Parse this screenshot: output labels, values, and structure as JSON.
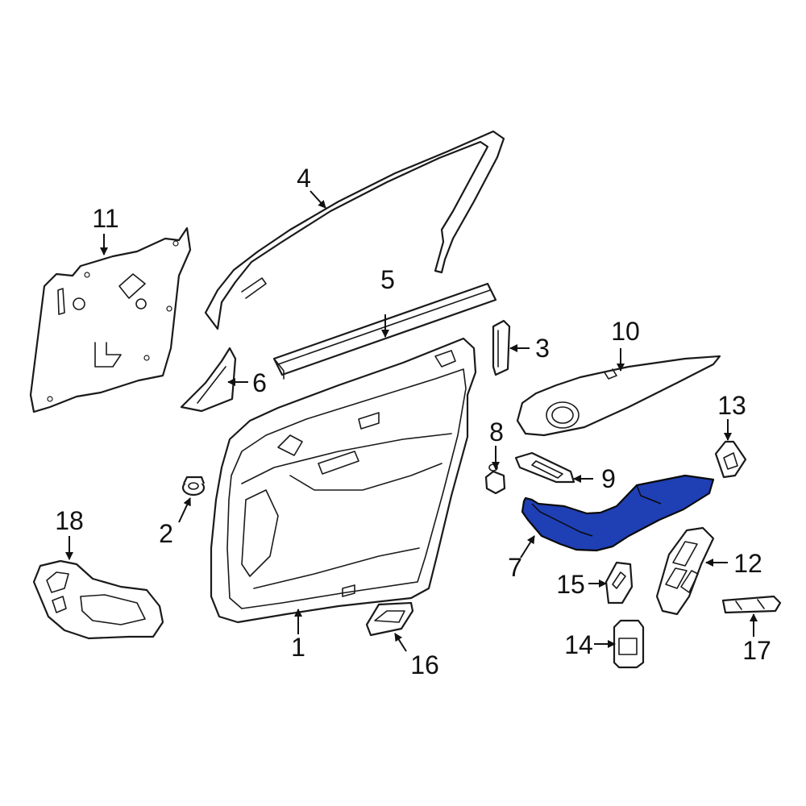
{
  "diagram": {
    "highlight_color": "#1f3fb5",
    "highlighted_part": "7",
    "callouts": {
      "c1": "1",
      "c2": "2",
      "c3": "3",
      "c4": "4",
      "c5": "5",
      "c6": "6",
      "c7": "7",
      "c8": "8",
      "c9": "9",
      "c10": "10",
      "c11": "11",
      "c12": "12",
      "c13": "13",
      "c14": "14",
      "c15": "15",
      "c16": "16",
      "c17": "17",
      "c18": "18"
    }
  }
}
